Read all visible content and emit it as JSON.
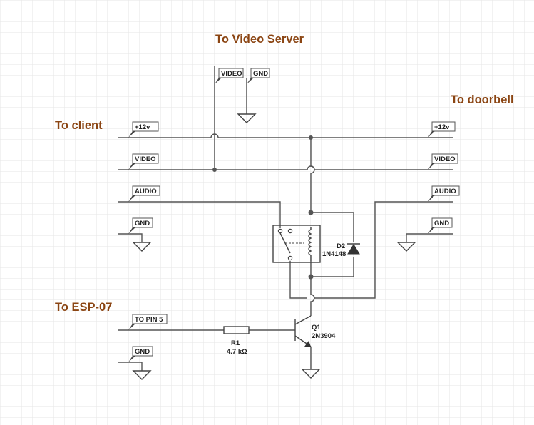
{
  "headings": {
    "video_server": "To Video Server",
    "doorbell": "To doorbell",
    "client": "To client",
    "esp": "To ESP-07"
  },
  "ports": {
    "server_video": "VIDEO",
    "server_gnd": "GND",
    "client_12v": "+12v",
    "client_video": "VIDEO",
    "client_audio": "AUDIO",
    "client_gnd": "GND",
    "door_12v": "+12v",
    "door_video": "VIDEO",
    "door_audio": "AUDIO",
    "door_gnd": "GND",
    "esp_pin": "TO PIN 5",
    "esp_gnd": "GND"
  },
  "components": {
    "d2_ref": "D2",
    "d2_part": "1N4148",
    "q1_ref": "Q1",
    "q1_part": "2N3904",
    "r1_ref": "R1",
    "r1_value": "4.7 kΩ"
  },
  "colors": {
    "heading": "#8b4513",
    "wire": "#555555",
    "grid": "#e6e6e6"
  }
}
